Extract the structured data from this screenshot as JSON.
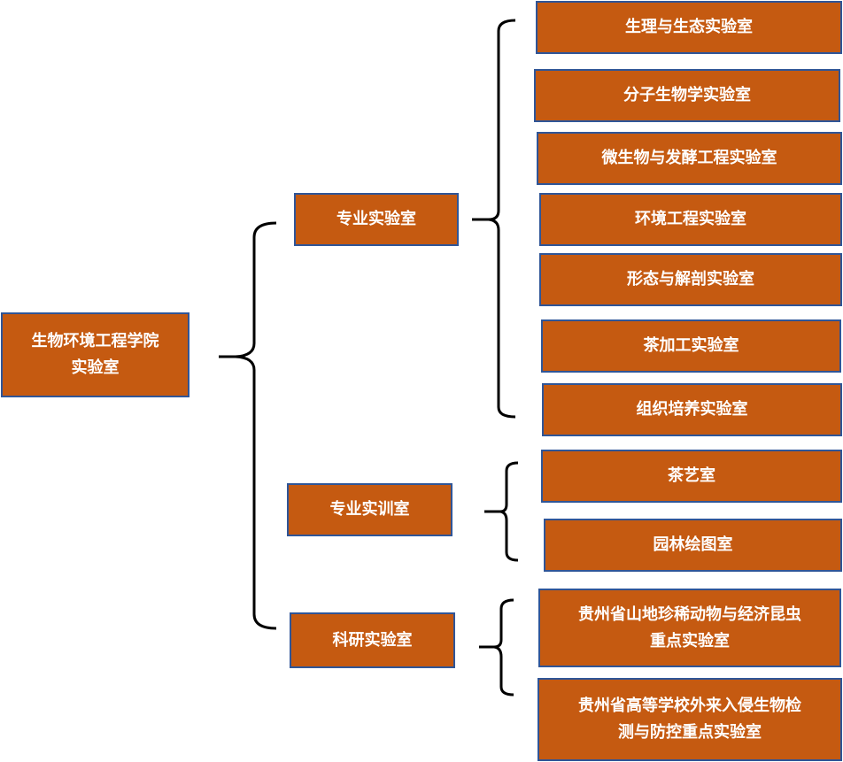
{
  "diagram": {
    "root": {
      "label_line1": "生物环境工程学院",
      "label_line2": "实验室"
    },
    "categories": [
      {
        "label": "专业实验室",
        "children": [
          "生理与生态实验室",
          "分子生物学实验室",
          "微生物与发酵工程实验室",
          "环境工程实验室",
          "形态与解剖实验室",
          "茶加工实验室",
          "组织培养实验室"
        ]
      },
      {
        "label": "专业实训室",
        "children": [
          "茶艺室",
          "园林绘图室"
        ]
      },
      {
        "label": "科研实验室",
        "children": [
          {
            "line1": "贵州省山地珍稀动物与经济昆虫",
            "line2": "重点实验室"
          },
          {
            "line1": "贵州省高等学校外来入侵生物检",
            "line2": "测与防控重点实验室"
          }
        ]
      }
    ],
    "colors": {
      "box_fill": "#c55a11",
      "box_border": "#2f5597",
      "text": "#ffffff",
      "connector": "#000000"
    }
  }
}
